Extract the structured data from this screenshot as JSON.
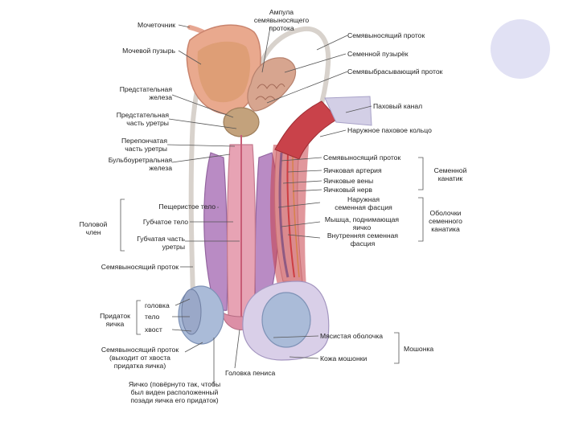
{
  "colors": {
    "accent_circle": "#e1e1f4",
    "leader": "#555555",
    "bladder": "#e9a98e",
    "bladder_inner": "#d89a6c",
    "muscle": "#c9424a",
    "penis": "#b98bc4",
    "urethra": "#e7a3b4",
    "testis": "#aabbd8",
    "vessel_blue": "#4a78c8",
    "vessel_red": "#d23a3a",
    "duct": "#d8d2cc",
    "scrotum": "#d9cfe8"
  },
  "labels": {
    "bladder_top": "Мочеточник",
    "ampulla": "Ампула\nсемявыносящего\nпротока",
    "bladder": "Мочевой пузырь",
    "vas_top": "Семявыносящий проток",
    "seminal_vesicle": "Семенной пузырёк",
    "ejaculatory_duct": "Семявыбрасывающий проток",
    "prostate": "Предстательная\nжелеза",
    "prostatic_urethra": "Предстательная\nчасть уретры",
    "inguinal_canal": "Паховый канал",
    "superficial_ring": "Наружное паховое кольцо",
    "membranous_urethra": "Перепончатая\nчасть уретры",
    "bulbourethral": "Бульбоуретральная\nжелеза",
    "vas_cord": "Семявыносящий проток",
    "testicular_artery": "Яичковая артерия",
    "testicular_veins": "Яичковые вены",
    "testicular_nerve": "Яичковый нерв",
    "spermatic_cord": "Семенной\nканатик",
    "corpus_cavernosum": "Пещеристое тело",
    "ext_fascia": "Наружная\nсеменная фасция",
    "cremaster": "Мышца, поднимающая\nяичко",
    "int_fascia": "Внутренняя семенная\nфасция",
    "cord_coverings": "Оболочки\nсеменного\nканатика",
    "penis": "Половой\nчлен",
    "corpus_spongiosum": "Губчатое тело",
    "spongy_urethra": "Губчатая часть\nуретры",
    "vas_lower": "Семявыносящий проток",
    "epi_head": "головка",
    "epididymis": "Придаток\nяичка",
    "epi_body": "тело",
    "epi_tail": "хвост",
    "tunica_vaginalis": "Мясистая оболочка",
    "scrotum": "Мошонка",
    "vas_from_tail": "Семявыносящий проток\n(выходит от хвоста\nпридатка яичка)",
    "glans": "Головка пениса",
    "scrotal_skin": "Кожа мошонки",
    "testis_note": "Яичко (повёрнуто так, чтобы\nбыл виден расположенный\nпозади яичка его придаток)"
  }
}
